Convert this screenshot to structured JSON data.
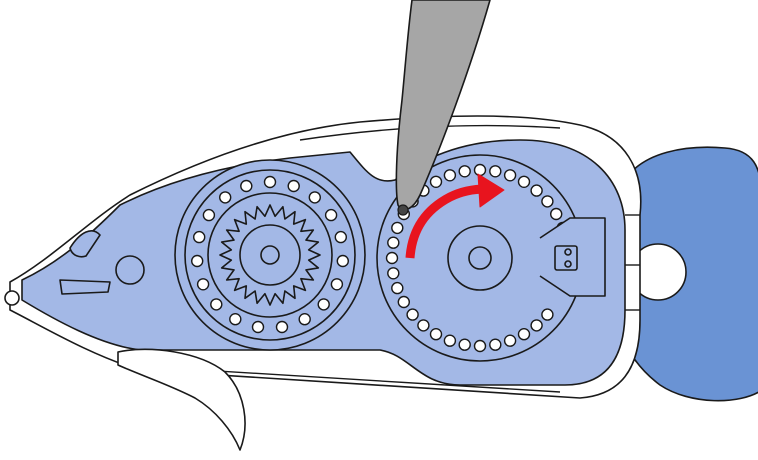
{
  "colors": {
    "body_fill": "#a3b8e6",
    "cap_fill": "#6a93d4",
    "outline": "#1a1a1a",
    "tool_fill": "#a6a6a6",
    "arrow": "#e8141e",
    "background": "#ffffff"
  },
  "parts": {
    "left_reel": {
      "inner_gear_teeth": 24,
      "ring_holes": 19
    },
    "right_reel": {
      "ring_holes": 31
    },
    "arrow_direction": "clockwise"
  },
  "icons": {
    "tool": "screwdriver-icon",
    "arrow": "rotate-clockwise-arrow-icon"
  }
}
